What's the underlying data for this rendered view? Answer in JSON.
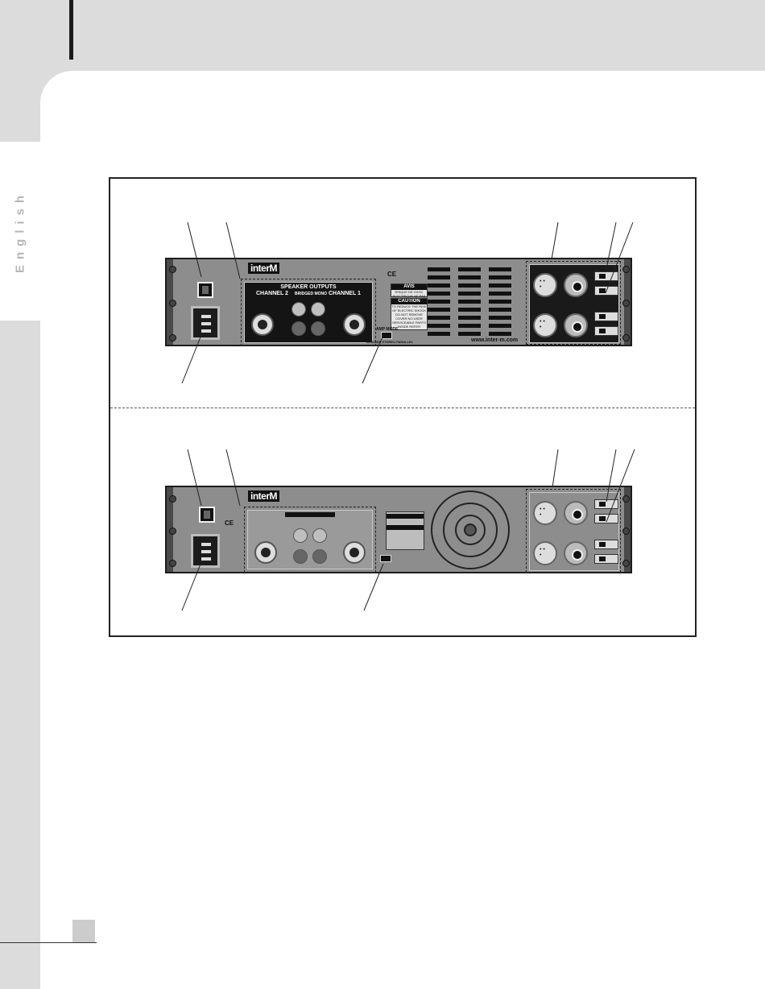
{
  "sidebar": {
    "language_label": "English"
  },
  "figure": {
    "top_panel": {
      "brand": "interM",
      "speaker_outputs_title": "SPEAKER OUTPUTS",
      "channel_2_label": "CHANNEL 2",
      "bridged_mono_label": "BRIDGED MONO",
      "channel_1_label": "CHANNEL 1",
      "compliance_marks": "CE",
      "warning_plate_title": "AVIS",
      "warning_plate_text": "RISQUE DE CHOC ELECTRIQUE NE PAS OUVRIR",
      "caution_title": "CAUTION",
      "caution_text": "TO REDUCE THE RISK OF ELECTRIC SHOCK DO NOT REMOVE COVER NO USER SERVICEABLE PARTS INSIDE REFER SERVICING TO QUALIFIED SERVICE PERSONNEL",
      "amp_mode_label": "AMP MODE",
      "amp_mode_options": "BRIDGED STEREO PARALLEL",
      "url": "www.inter-m.com"
    },
    "bottom_panel": {
      "brand": "interM",
      "compliance_marks": "CE"
    }
  }
}
